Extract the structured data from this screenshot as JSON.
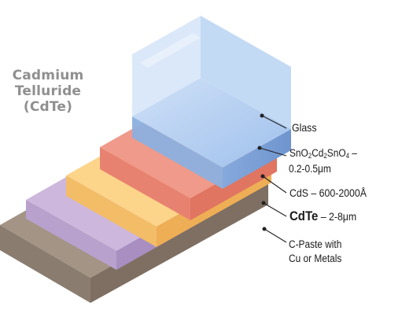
{
  "title": {
    "line1": "Cadmium",
    "line2": "Telluride",
    "line3": "(CdTe)"
  },
  "layers": [
    {
      "name": "Glass",
      "color": "#a9c9ef",
      "label": "Glass"
    },
    {
      "name": "SnO2Cd2SnO4",
      "color": "#ef9a8a",
      "label_parts": [
        "SnO",
        "2",
        "Cd",
        "2",
        "SnO",
        "4",
        " –"
      ],
      "thickness": "0.2-0.5μm"
    },
    {
      "name": "CdS",
      "color": "#fcd48a",
      "label": "CdS – 600-2000Å"
    },
    {
      "name": "CdTe",
      "color": "#cdb7dd",
      "label_bold": "CdTe",
      "label_rest": " – 2-8μm"
    },
    {
      "name": "C-Paste",
      "color": "#a39486",
      "label_line1": "C-Paste with",
      "label_line2": "Cu or Metals"
    }
  ]
}
